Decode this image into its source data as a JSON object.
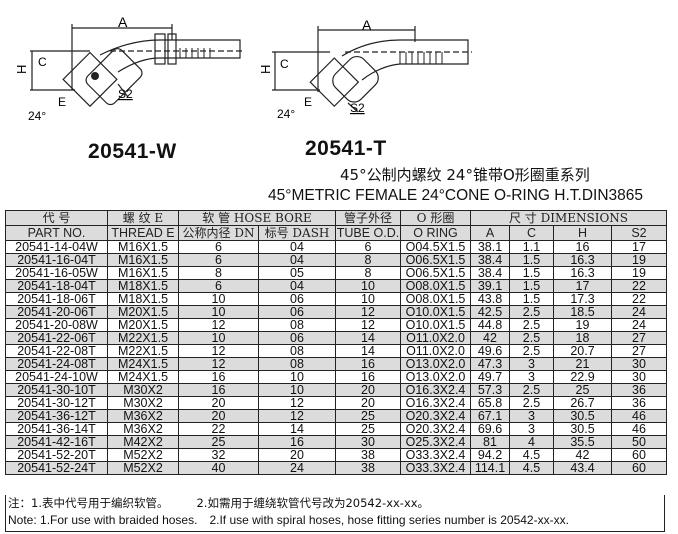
{
  "drawings": [
    {
      "model": "20541-W",
      "labels": {
        "a": "A",
        "h": "H",
        "c": "C",
        "e": "E",
        "angle": "24°",
        "s2": "S2"
      }
    },
    {
      "model": "20541-T",
      "labels": {
        "a": "A",
        "h": "H",
        "c": "C",
        "e": "E",
        "angle": "24°",
        "s2": "S2"
      }
    }
  ],
  "title": {
    "cn": "45°公制内螺纹 24°锥带O形圈重系列",
    "en": "45°METRIC FEMALE 24°CONE O-RING H.T.DIN3865"
  },
  "table": {
    "header": {
      "part_cn": "代 号",
      "part_en": "PART NO.",
      "thread_cn": "螺 纹 E",
      "thread_en": "THREAD  E",
      "hose_bore": "软 管 HOSE BORE",
      "dn": "公称内径 DN",
      "dash": "标号 DASH",
      "tube_cn": "管子外径",
      "tube_en": "TUBE O.D.",
      "oring_cn": "O 形圈",
      "oring_en": "O RING",
      "dimensions": "尺 寸 DIMENSIONS",
      "a": "A",
      "c": "C",
      "h": "H",
      "s2": "S2"
    },
    "rows": [
      [
        "20541-14-04W",
        "M16X1.5",
        "6",
        "04",
        "6",
        "O04.5X1.5",
        "38.1",
        "1.1",
        "16",
        "17"
      ],
      [
        "20541-16-04T",
        "M16X1.5",
        "6",
        "04",
        "8",
        "O06.5X1.5",
        "38.4",
        "1.5",
        "16.3",
        "19"
      ],
      [
        "20541-16-05W",
        "M16X1.5",
        "8",
        "05",
        "8",
        "O06.5X1.5",
        "38.4",
        "1.5",
        "16.3",
        "19"
      ],
      [
        "20541-18-04T",
        "M18X1.5",
        "6",
        "04",
        "10",
        "O08.0X1.5",
        "39.1",
        "1.5",
        "17",
        "22"
      ],
      [
        "20541-18-06T",
        "M18X1.5",
        "10",
        "06",
        "10",
        "O08.0X1.5",
        "43.8",
        "1.5",
        "17.3",
        "22"
      ],
      [
        "20541-20-06T",
        "M20X1.5",
        "10",
        "06",
        "12",
        "O10.0X1.5",
        "42.5",
        "2.5",
        "18.5",
        "24"
      ],
      [
        "20541-20-08W",
        "M20X1.5",
        "12",
        "08",
        "12",
        "O10.0X1.5",
        "44.8",
        "2.5",
        "19",
        "24"
      ],
      [
        "20541-22-06T",
        "M22X1.5",
        "10",
        "06",
        "14",
        "O11.0X2.0",
        "42",
        "2.5",
        "18",
        "27"
      ],
      [
        "20541-22-08T",
        "M22X1.5",
        "12",
        "08",
        "14",
        "O11.0X2.0",
        "49.6",
        "2.5",
        "20.7",
        "27"
      ],
      [
        "20541-24-08T",
        "M24X1.5",
        "12",
        "08",
        "16",
        "O13.0X2.0",
        "47.3",
        "3",
        "21",
        "30"
      ],
      [
        "20541-24-10W",
        "M24X1.5",
        "16",
        "10",
        "16",
        "O13.0X2.0",
        "49.7",
        "3",
        "22.9",
        "30"
      ],
      [
        "20541-30-10T",
        "M30X2",
        "16",
        "10",
        "20",
        "O16.3X2.4",
        "57.3",
        "2.5",
        "25",
        "36"
      ],
      [
        "20541-30-12T",
        "M30X2",
        "20",
        "12",
        "20",
        "O16.3X2.4",
        "65.8",
        "2.5",
        "26.7",
        "36"
      ],
      [
        "20541-36-12T",
        "M36X2",
        "20",
        "12",
        "25",
        "O20.3X2.4",
        "67.1",
        "3",
        "30.5",
        "46"
      ],
      [
        "20541-36-14T",
        "M36X2",
        "22",
        "14",
        "25",
        "O20.3X2.4",
        "69.6",
        "3",
        "30.5",
        "46"
      ],
      [
        "20541-42-16T",
        "M42X2",
        "25",
        "16",
        "30",
        "O25.3X2.4",
        "81",
        "4",
        "35.5",
        "50"
      ],
      [
        "20541-52-20T",
        "M52X2",
        "32",
        "20",
        "38",
        "O33.3X2.4",
        "94.2",
        "4.5",
        "42",
        "60"
      ],
      [
        "20541-52-24T",
        "M52X2",
        "40",
        "24",
        "38",
        "O33.3X2.4",
        "114.1",
        "4.5",
        "43.4",
        "60"
      ]
    ]
  },
  "notes": {
    "cn1": "注：1.表中代号用于编织软管。",
    "cn2": "2.如需用于缠绕软管代号改为20542-xx-xx。",
    "en1": "Note: 1.For use with braided hoses.",
    "en2": "2.If use with spiral hoses, hose fitting series number is 20542-xx-xx."
  }
}
